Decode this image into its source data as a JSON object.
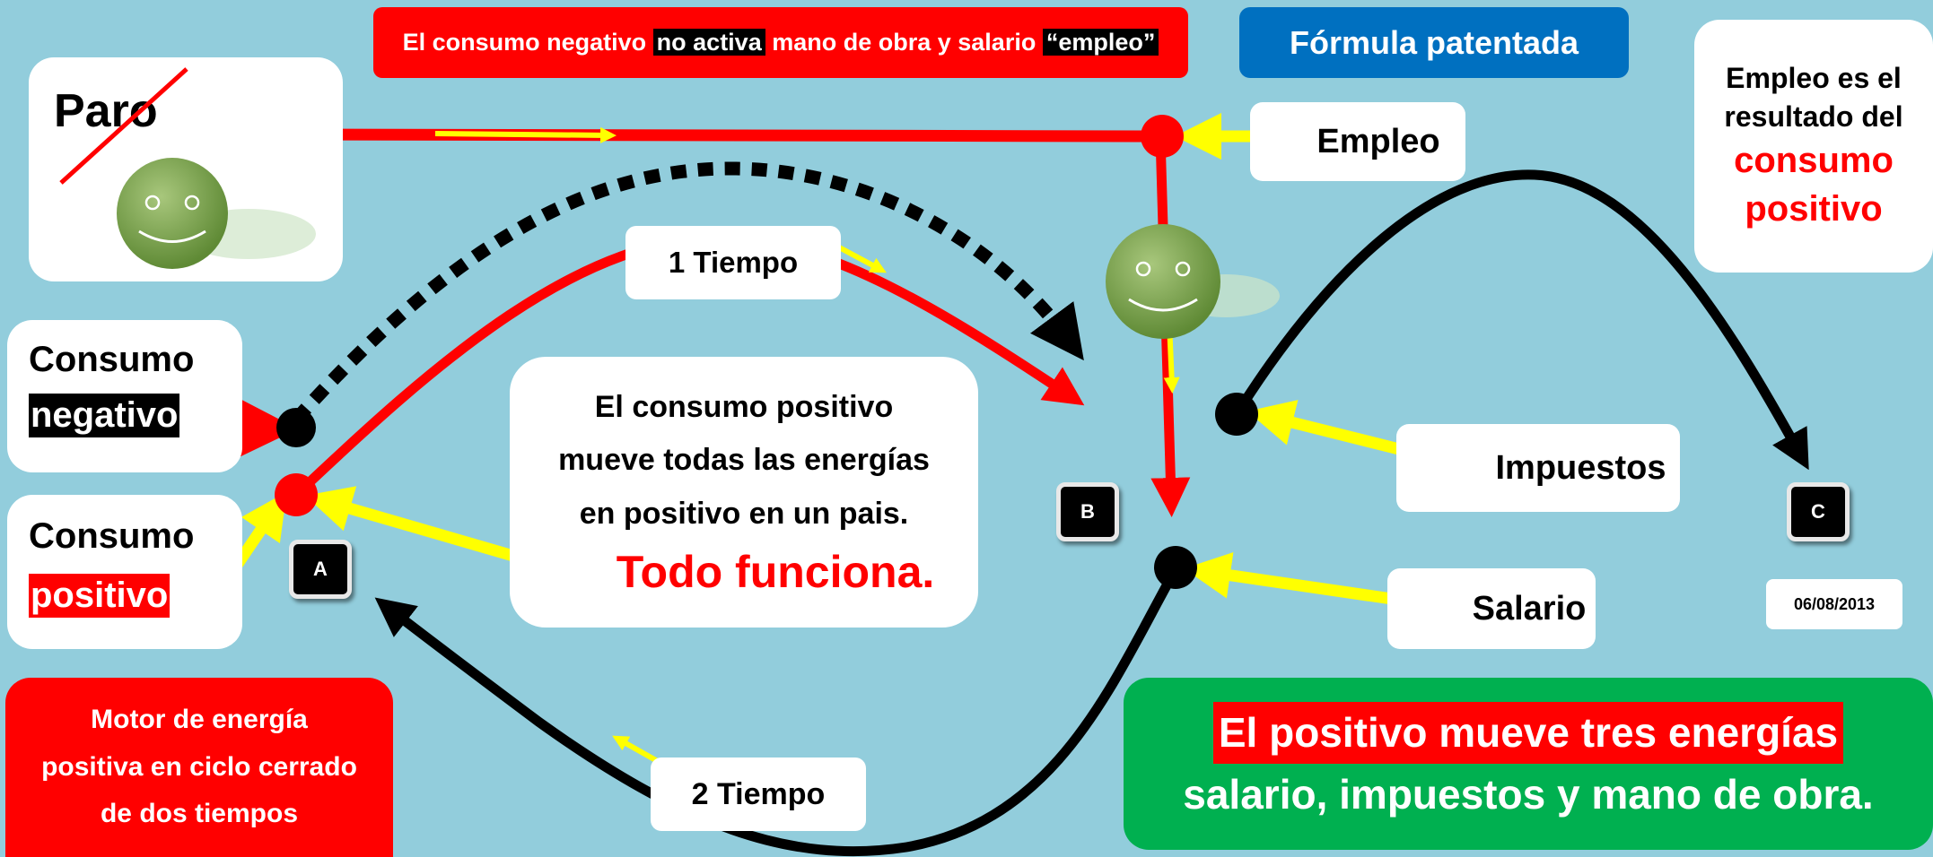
{
  "top_banner": {
    "part1": "El consumo negativo ",
    "highlight1": "no activa",
    "part2": " mano de obra y salario ",
    "highlight2": "“empleo”"
  },
  "formula_label": "Fórmula patentada",
  "conclusion_box": {
    "line1": "Empleo es el",
    "line2": "resultado del",
    "line3": "consumo",
    "line4": "positivo"
  },
  "paro_label": "Paro",
  "empleo_label": "Empleo",
  "tiempo1_label": "1 Tiempo",
  "tiempo2_label": "2 Tiempo",
  "consumo_negativo": {
    "line1": "Consumo",
    "line2": "negativo"
  },
  "consumo_positivo": {
    "line1": "Consumo",
    "line2": "positivo"
  },
  "center_box": {
    "line1": "El consumo positivo",
    "line2": "mueve todas las energías",
    "line3": "en positivo en un pais.",
    "line4": "Todo funciona."
  },
  "impuestos_label": "Impuestos",
  "salario_label": "Salario",
  "tags": {
    "a": "A",
    "b": "B",
    "c": "C"
  },
  "date": "06/08/2013",
  "motor_box": {
    "line1": "Motor de energía",
    "line2": "positiva en ciclo cerrado",
    "line3": "de dos tiempos"
  },
  "green_box": {
    "line1": "El positivo mueve tres energías",
    "line2": "salario, impuestos y mano de obra."
  },
  "colors": {
    "background": "#92cddc",
    "red": "#ff0000",
    "yellow": "#ffff00",
    "blue": "#0070c0",
    "green": "#00b050",
    "black": "#000000"
  }
}
